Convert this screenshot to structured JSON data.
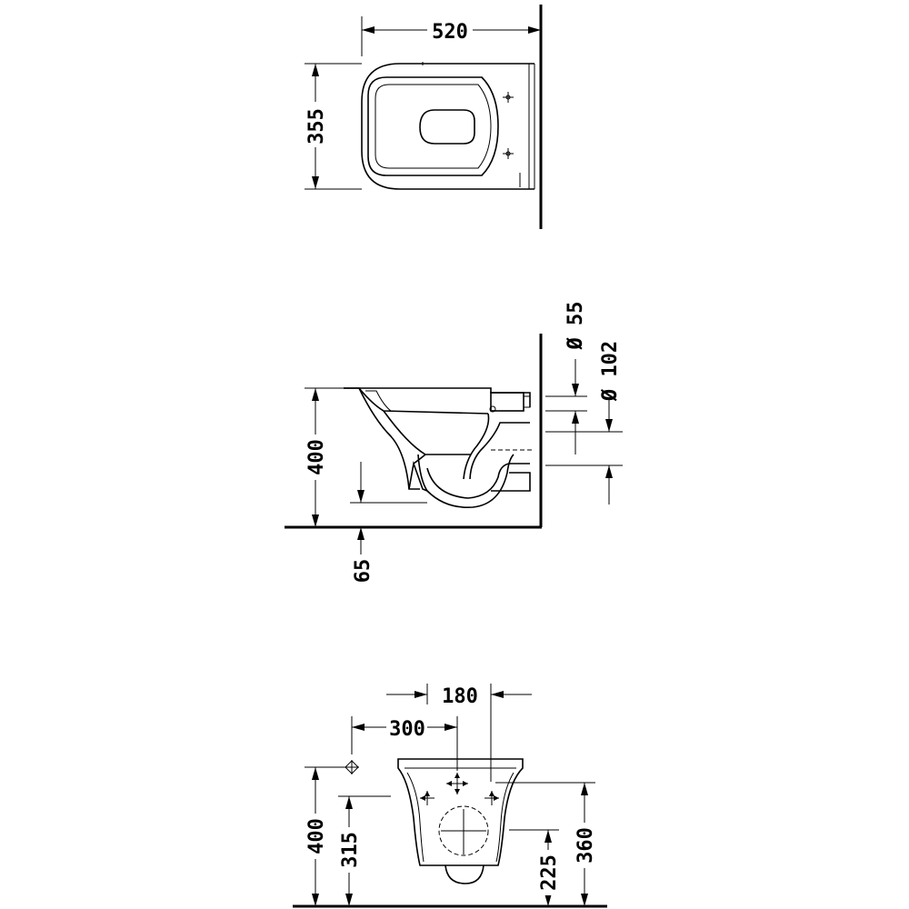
{
  "top_view": {
    "width_mm": "520",
    "depth_mm": "355"
  },
  "side_view": {
    "height_mm": "400",
    "floor_clearance_mm": "65",
    "outlet_diameter_small": "Ø 55",
    "outlet_diameter_large": "Ø 102"
  },
  "rear_view": {
    "bolt_spacing_upper_mm": "180",
    "bolt_spacing_lower_mm": "300",
    "height_left_mm": "400",
    "height_left_inner_mm": "315",
    "height_right_inner_mm": "225",
    "height_right_mm": "360"
  }
}
